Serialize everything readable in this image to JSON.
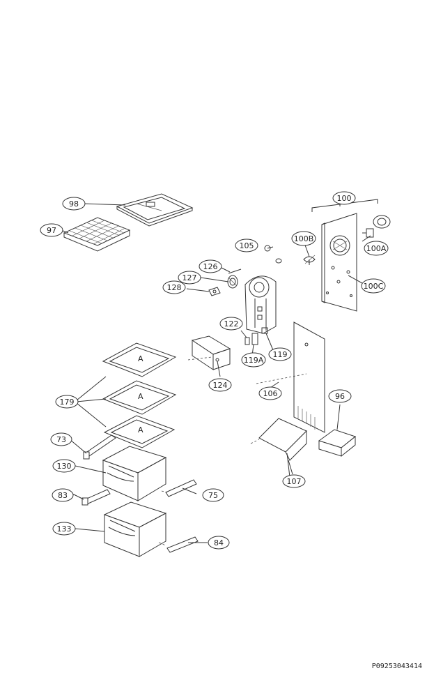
{
  "diagram_code": "P09253043414",
  "callouts": [
    {
      "id": "98",
      "label": "98"
    },
    {
      "id": "97",
      "label": "97"
    },
    {
      "id": "100",
      "label": "100"
    },
    {
      "id": "100B",
      "label": "100B"
    },
    {
      "id": "100A",
      "label": "100A"
    },
    {
      "id": "100C",
      "label": "100C"
    },
    {
      "id": "105",
      "label": "105"
    },
    {
      "id": "126",
      "label": "126"
    },
    {
      "id": "127",
      "label": "127"
    },
    {
      "id": "128",
      "label": "128"
    },
    {
      "id": "122",
      "label": "122"
    },
    {
      "id": "119A",
      "label": "119A"
    },
    {
      "id": "119",
      "label": "119"
    },
    {
      "id": "124",
      "label": "124"
    },
    {
      "id": "106",
      "label": "106"
    },
    {
      "id": "96",
      "label": "96"
    },
    {
      "id": "179",
      "label": "179"
    },
    {
      "id": "73",
      "label": "73"
    },
    {
      "id": "130",
      "label": "130"
    },
    {
      "id": "83",
      "label": "83"
    },
    {
      "id": "75",
      "label": "75"
    },
    {
      "id": "133",
      "label": "133"
    },
    {
      "id": "84",
      "label": "84"
    },
    {
      "id": "107",
      "label": "107"
    }
  ]
}
